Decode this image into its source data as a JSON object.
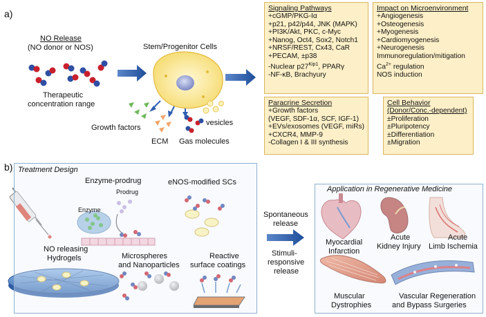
{
  "panel_a": {
    "letter": "a)",
    "no_release": {
      "title": "NO Release",
      "subtitle": "(NO donor or NOS)"
    },
    "therapeutic": [
      "Therapeutic",
      "concentration range"
    ],
    "cells_label": "Stem/Progenitor Cells",
    "growth_factors": "Growth factors",
    "ecm": "ECM",
    "gas_molecules": "Gas molecules",
    "vesicles": "vesicles",
    "signaling": {
      "title": "Signaling  Pathways",
      "lines": [
        "+cGMP/PKG-Iα",
        "+p21, p42/p44, JNK (MAPK)",
        "+PI3K/Akt, PKC, c-Myc",
        "+Nanog, Oct4, Sox2, Notch1",
        "+NRSF/REST, Cx43, CaR",
        "+PECAM, ±p38",
        "-Nuclear p27",
        "-NF-κB, Brachyury"
      ],
      "kip_sup": "Kip1",
      "ppar": ",  PPARγ"
    },
    "microenv": {
      "title": "Impact on Microenvironment",
      "lines": [
        "+Angiogenesis",
        "+Osteogenesis",
        "+Myogenesis",
        "+Cardiomyogenesis",
        "+Neurogenesis",
        "Immunoregulation/mitigation",
        " regulation",
        "NOS induction"
      ],
      "ca": "Ca",
      "ca_sup": "2+"
    },
    "paracrine": {
      "title": "Paracrine Secretion",
      "lines": [
        "+Growth factors",
        "(VEGF, SDF-1α, SCF, IGF-1)",
        "+EVs/exosomes (VEGF, miRs)",
        "+CXCR4, MMP-9",
        "-Collagen I & III synthesis"
      ]
    },
    "behavior": {
      "title": "Cell Behavior",
      "subtitle": "(Donor/Conc.-dependent)",
      "lines": [
        "±Proliferation",
        "±Pluripotency",
        "±Differentiation",
        "±Migration"
      ]
    }
  },
  "panel_b": {
    "letter": "b)",
    "treatment_title": "Treatment Design",
    "enzyme_prodrug": "Enzyme-prodrug",
    "prodrug": "Prodrug",
    "enzyme": "Enzyme",
    "enos": "eNOS-modified SCs",
    "hydrogels": [
      "NO releasing",
      "Hydrogels"
    ],
    "micro": [
      "Microspheres",
      "and Nanoparticles"
    ],
    "reactive": [
      "Reactive",
      "surface coatings"
    ],
    "spontaneous": [
      "Spontaneous",
      "release"
    ],
    "stimuli": [
      "Stimuli-",
      "responsive",
      "release"
    ],
    "application_title": "Application in Regenerative Medicine",
    "myocardial": [
      "Myocardial",
      "Infarction"
    ],
    "kidney": [
      "Acute",
      "Kidney Injury"
    ],
    "limb": [
      "Acute",
      "Limb Ischemia"
    ],
    "muscular": [
      "Muscular",
      "Dystrophies"
    ],
    "vascular": [
      "Vascular Regeneration",
      "and Bypass Surgeries"
    ]
  }
}
